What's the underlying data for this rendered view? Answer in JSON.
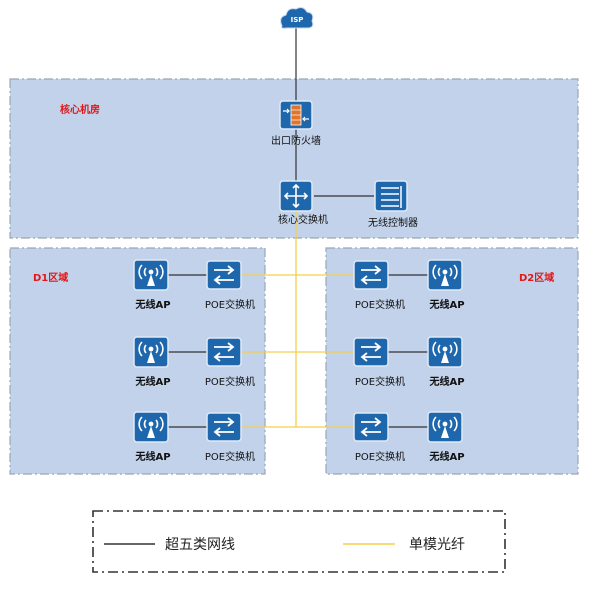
{
  "isp": {
    "label": "ISP"
  },
  "zones": {
    "core": {
      "label": "核心机房"
    },
    "d1": {
      "label": "D1区域"
    },
    "d2": {
      "label": "D2区域"
    }
  },
  "core_devices": {
    "firewall": {
      "label": "出口防火墙",
      "icon": "firewall-icon"
    },
    "core_switch": {
      "label": "核心交换机",
      "icon": "core-switch-icon"
    },
    "wlc": {
      "label": "无线控制器",
      "icon": "wireless-controller-icon"
    }
  },
  "d1": {
    "ap_label": "无线AP",
    "switch_label": "POE交换机",
    "rows": 3
  },
  "d2": {
    "ap_label": "无线AP",
    "switch_label": "POE交换机",
    "rows": 3
  },
  "legend": {
    "copper_label": "超五类网线",
    "fiber_label": "单模光纤"
  },
  "colors": {
    "zone_fill": "#c2d2ea",
    "device_blue": "#1f67ad",
    "zone_label": "#e01818",
    "copper_line": "#333333",
    "fiber_line": "#f4cf4c",
    "firewall_accent": "#e0742a"
  }
}
